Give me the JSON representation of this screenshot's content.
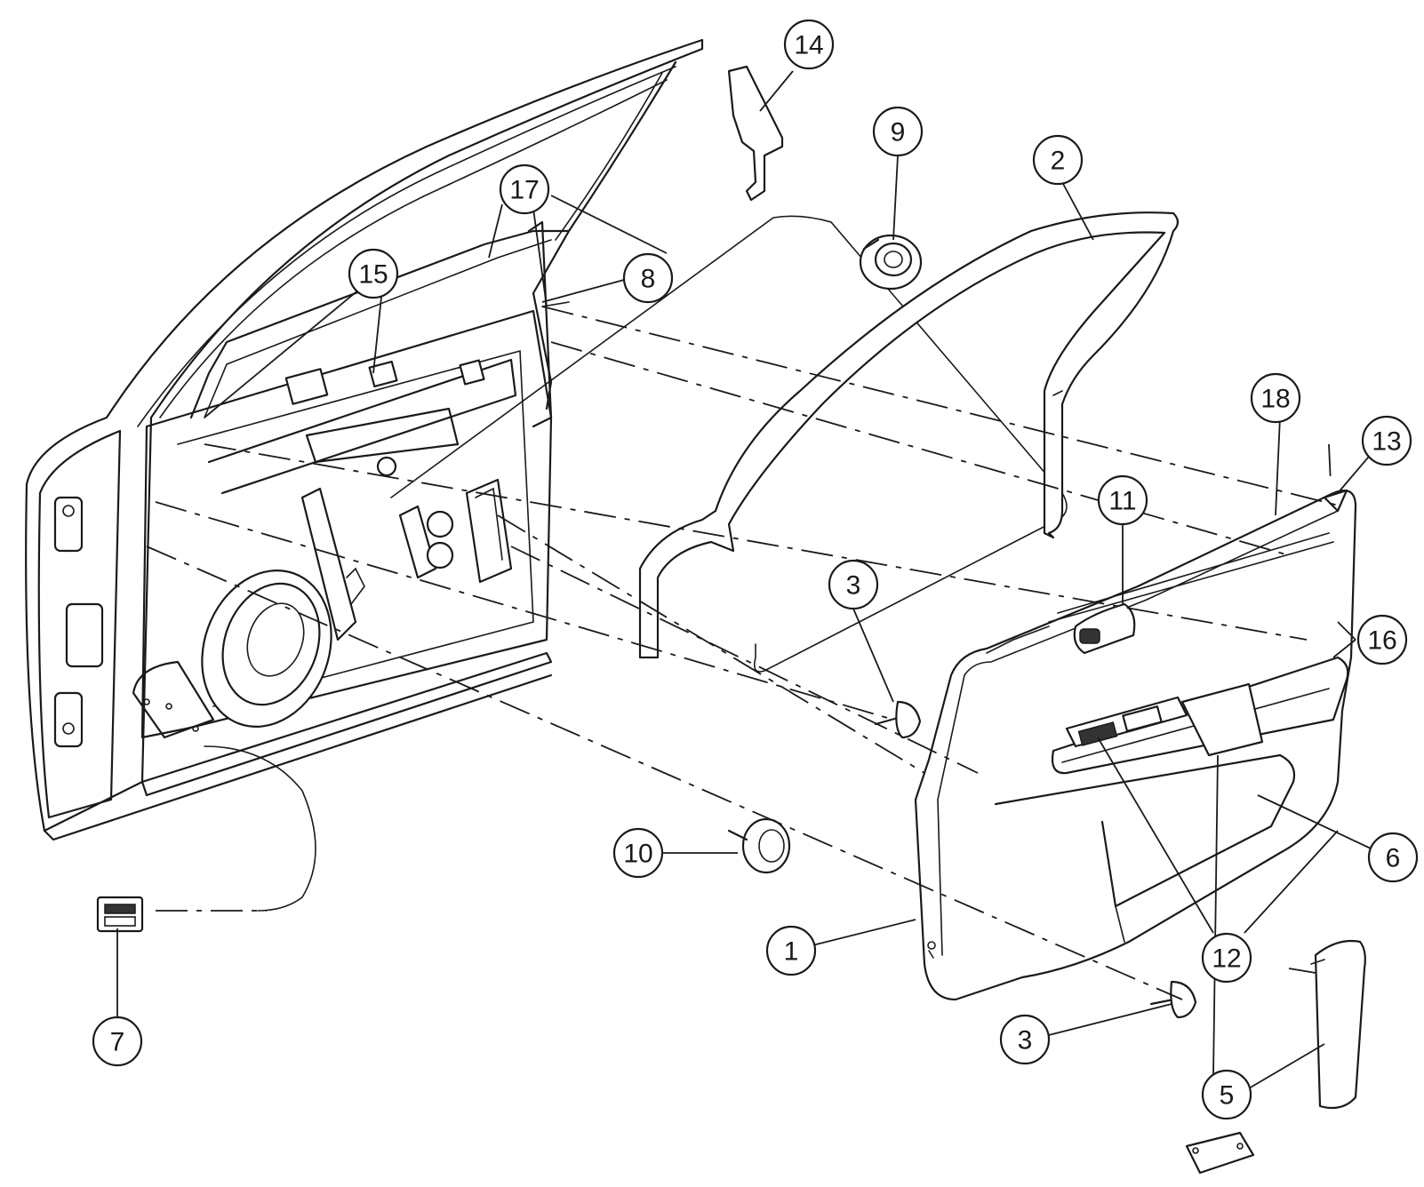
{
  "callouts": [
    {
      "id": "c1",
      "label": "1"
    },
    {
      "id": "c2",
      "label": "2"
    },
    {
      "id": "c3a",
      "label": "3"
    },
    {
      "id": "c3b",
      "label": "3"
    },
    {
      "id": "c5",
      "label": "5"
    },
    {
      "id": "c6",
      "label": "6"
    },
    {
      "id": "c7",
      "label": "7"
    },
    {
      "id": "c8",
      "label": "8"
    },
    {
      "id": "c9",
      "label": "9"
    },
    {
      "id": "c10",
      "label": "10"
    },
    {
      "id": "c11",
      "label": "11"
    },
    {
      "id": "c12",
      "label": "12"
    },
    {
      "id": "c13",
      "label": "13"
    },
    {
      "id": "c14",
      "label": "14"
    },
    {
      "id": "c15",
      "label": "15"
    },
    {
      "id": "c16",
      "label": "16"
    },
    {
      "id": "c17",
      "label": "17"
    },
    {
      "id": "c18",
      "label": "18"
    }
  ]
}
